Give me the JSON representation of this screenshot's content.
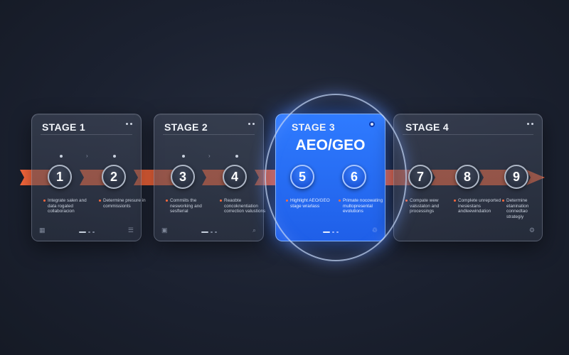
{
  "stages": [
    {
      "title": "STAGE 1",
      "descs": [
        "Integrate salen and data rogated collaboracion",
        "Determine presure in commissionts"
      ]
    },
    {
      "title": "STAGE 2",
      "descs": [
        "Commiits the nesworking and sesfterial",
        "Reaobte concoknentiation correction valustions"
      ]
    },
    {
      "title": "STAGE 3",
      "subtitle": "AEO/GEO",
      "descs": [
        "Highlight AEO/GEO stage wrarlass",
        "Primate nocowating multopresental evolutions"
      ]
    },
    {
      "title": "STAGE 4",
      "descs": [
        "Compate wew valsstaton and processings",
        "Complete unreported inesiestans andleewindation",
        "Determine etanination connedtao strategiy"
      ]
    }
  ],
  "steps": [
    "1",
    "2",
    "3",
    "4",
    "5",
    "6",
    "7",
    "8",
    "9"
  ],
  "colors": {
    "arrow": "#ff6a3d",
    "accent_blue": "#2a6dff",
    "background": "#1b2130"
  }
}
